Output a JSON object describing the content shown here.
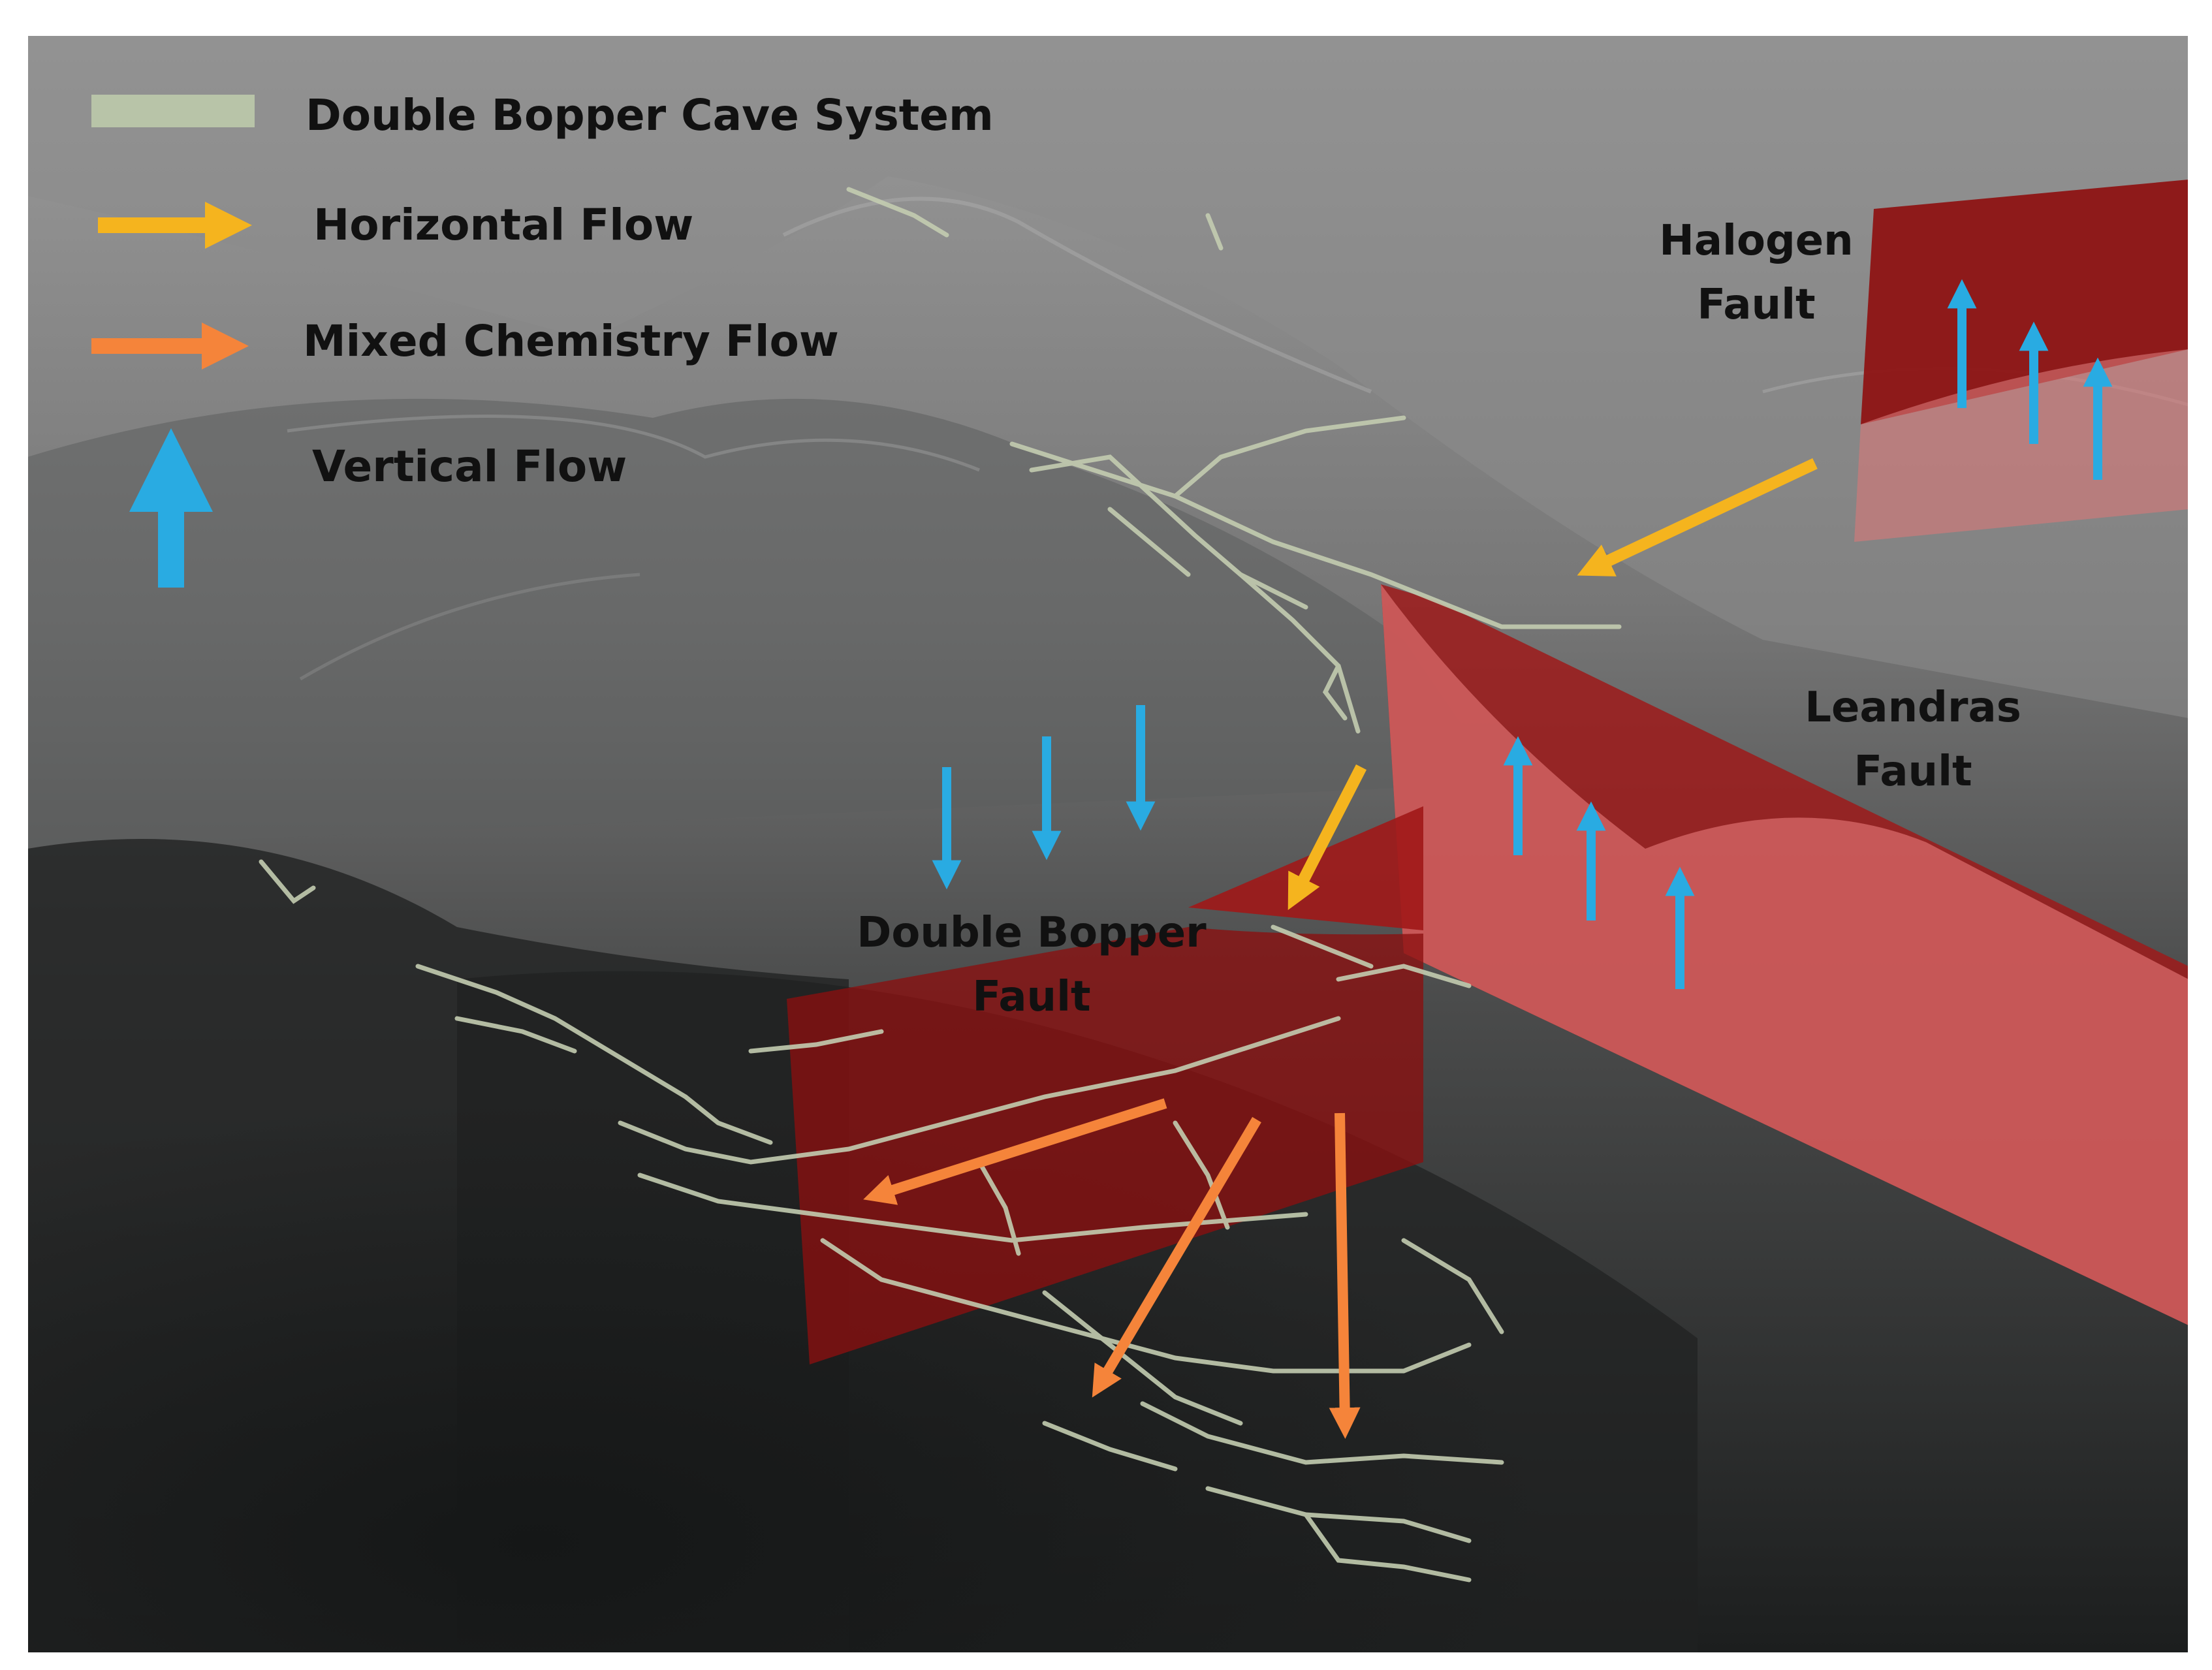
{
  "legend": {
    "items": [
      {
        "label": "Double Bopper Cave System",
        "color": "#b8c4a8",
        "symbol": "swatch"
      },
      {
        "label": "Horizontal Flow",
        "color": "#f5b41e",
        "symbol": "arrow-right"
      },
      {
        "label": "Mixed Chemistry Flow",
        "color": "#f5843a",
        "symbol": "arrow-right"
      },
      {
        "label": "Vertical Flow",
        "color": "#29abe2",
        "symbol": "arrow-up"
      }
    ]
  },
  "faults": {
    "halogen": {
      "line1": "Halogen",
      "line2": "Fault"
    },
    "leandras": {
      "line1": "Leandras",
      "line2": "Fault"
    },
    "double_bopper": {
      "line1": "Double Bopper",
      "line2": "Fault"
    }
  },
  "colors": {
    "fault_dark": "#8e1414",
    "fault_light": "#d86a6a",
    "cave_passages": "#c3ccb0",
    "terrain_light": "#8a8a8a",
    "terrain_dark": "#1e2020",
    "horizontal_flow": "#f5b41e",
    "mixed_chemistry_flow": "#f5843a",
    "vertical_flow": "#29abe2"
  }
}
